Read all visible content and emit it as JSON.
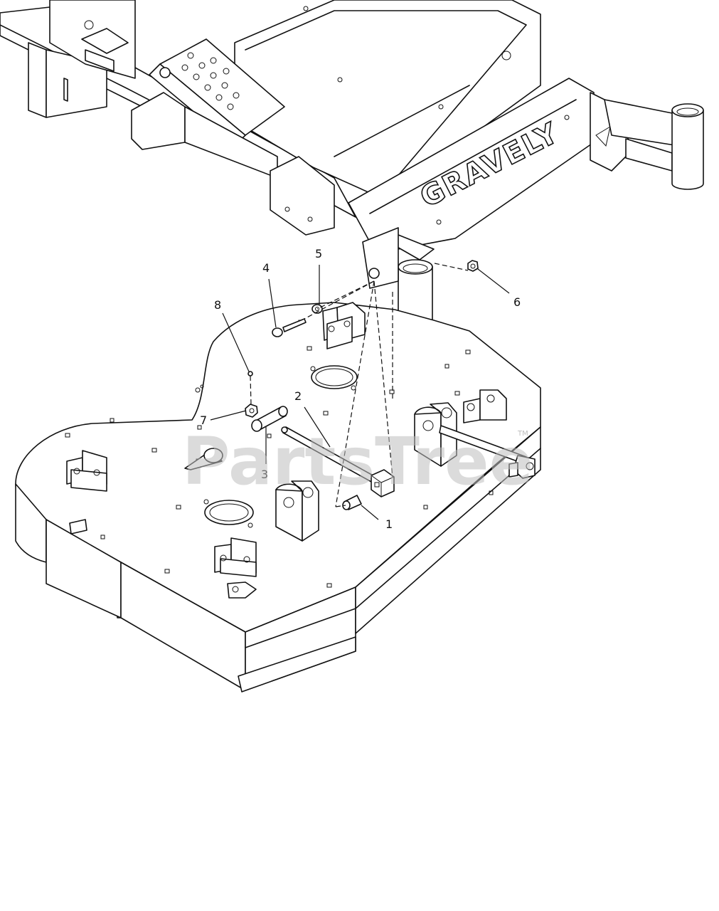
{
  "diagram": {
    "frame_brand": "GRAVELY",
    "watermark": "PartsTree",
    "watermark_tm": "TM",
    "callouts": [
      {
        "id": "1",
        "label": "1"
      },
      {
        "id": "2",
        "label": "2"
      },
      {
        "id": "3",
        "label": "3"
      },
      {
        "id": "4",
        "label": "4"
      },
      {
        "id": "5",
        "label": "5"
      },
      {
        "id": "6",
        "label": "6"
      },
      {
        "id": "7",
        "label": "7"
      },
      {
        "id": "8",
        "label": "8"
      }
    ]
  }
}
